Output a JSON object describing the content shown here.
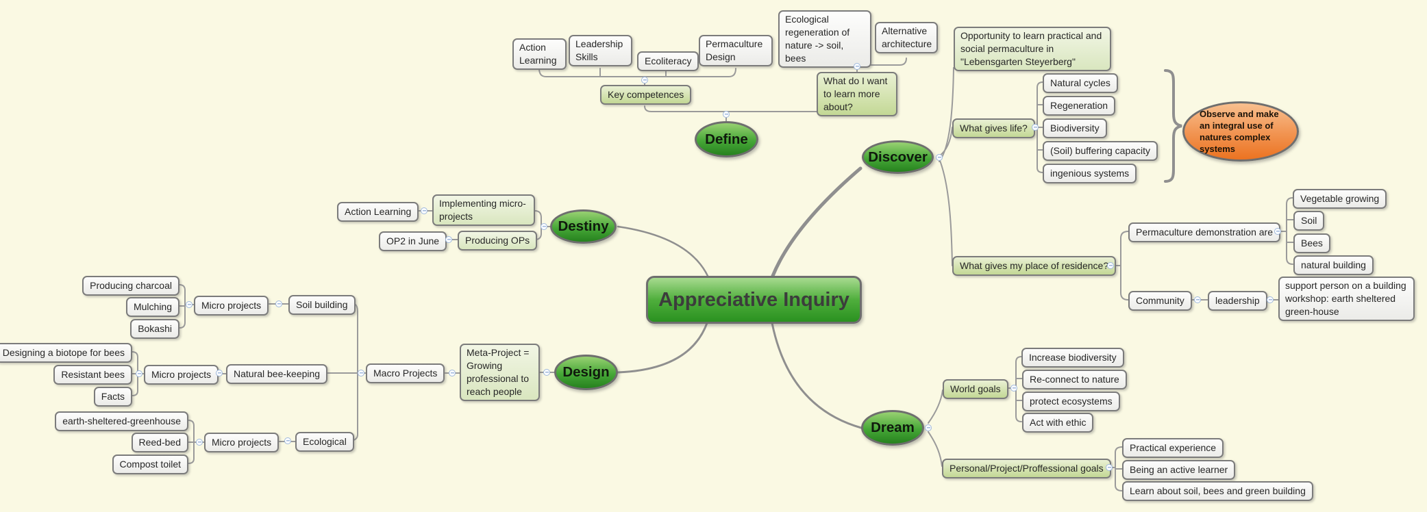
{
  "colors": {
    "background": "#FAF9E3",
    "phase_green": "#2E8F28",
    "highlight_green": "#C3D895",
    "accent_orange": "#EC7321",
    "wire_gray": "#999999"
  },
  "map": {
    "center": "Appreciative Inquiry",
    "define": {
      "label": "Define",
      "key_competences": {
        "label": "Key competences",
        "items": [
          "Action Learning",
          "Leadership Skills",
          "Ecoliteracy",
          "Permaculture Design"
        ]
      },
      "learn_more": {
        "label": "What do I want to learn more about?",
        "items": [
          "Ecological regeneration of nature -> soil, bees",
          "Alternative architecture"
        ]
      }
    },
    "discover": {
      "label": "Discover",
      "opportunity": "Opportunity to learn practical and social permaculture in \"Lebensgarten Steyerberg\"",
      "what_gives_life": {
        "label": "What gives life?",
        "items": [
          "Natural cycles",
          "Regeneration",
          "Biodiversity",
          "(Soil) buffering capacity",
          "ingenious systems"
        ],
        "summary": "Observe and make an integral use of natures complex systems"
      },
      "residence": {
        "label": "What gives my place of residence?",
        "permaculture_demo": {
          "label": "Permaculture demonstration are",
          "items": [
            "Vegetable growing",
            "Soil",
            "Bees",
            "natural building"
          ]
        },
        "community": {
          "label": "Community",
          "leadership": {
            "label": "leadership",
            "support": "support person on a building workshop: earth sheltered green-house"
          }
        }
      }
    },
    "destiny": {
      "label": "Destiny",
      "implementing": {
        "label": "Implementing micro-projects",
        "source": "Action Learning"
      },
      "producing_ops": {
        "label": "Producing OPs",
        "source": "OP2 in June"
      }
    },
    "design": {
      "label": "Design",
      "meta_project": "Meta-Project = Growing professional to reach people",
      "macro_projects": {
        "label": "Macro Projects",
        "soil_building": {
          "label": "Soil building",
          "micro": {
            "label": "Micro projects",
            "items": [
              "Producing charcoal",
              "Mulching",
              "Bokashi"
            ]
          }
        },
        "bee_keeping": {
          "label": "Natural bee-keeping",
          "micro": {
            "label": "Micro projects",
            "items": [
              "Designing a biotope for bees",
              "Resistant bees",
              "Facts"
            ]
          }
        },
        "ecological": {
          "label": "Ecological",
          "micro": {
            "label": "Micro projects",
            "items": [
              "earth-sheltered-greenhouse",
              "Reed-bed",
              "Compost toilet"
            ]
          }
        }
      }
    },
    "dream": {
      "label": "Dream",
      "world_goals": {
        "label": "World goals",
        "items": [
          "Increase biodiversity",
          "Re-connect to nature",
          "protect ecosystems",
          "Act with ethic"
        ]
      },
      "personal_goals": {
        "label": "Personal/Project/Proffessional goals",
        "items": [
          "Practical experience",
          "Being an active learner",
          "Learn about soil, bees and green building"
        ]
      }
    }
  }
}
